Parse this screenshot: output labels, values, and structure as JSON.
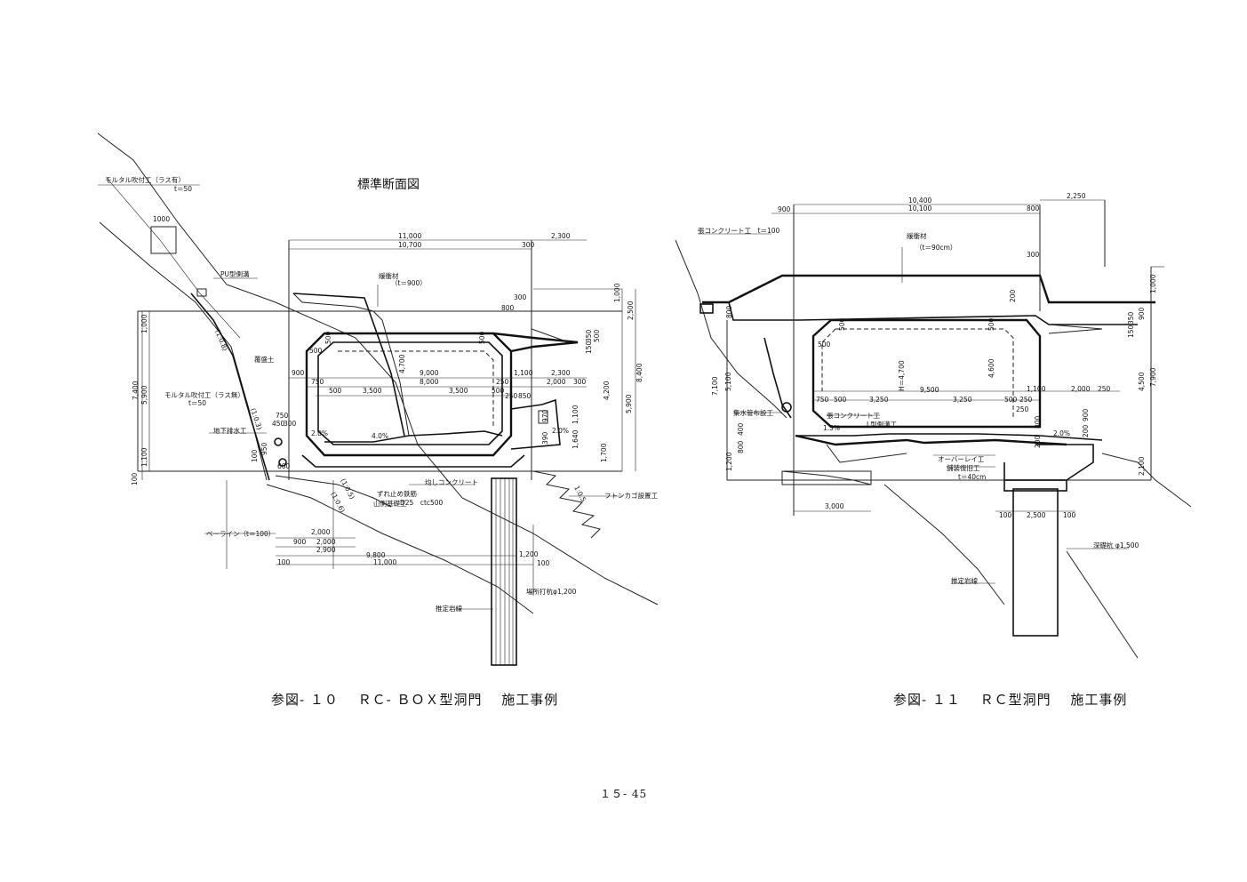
{
  "figures": [
    {
      "caption": "参図- １０　 ＲＣ- ＢＯＸ型洞門　 施工事例",
      "title": "標準断面図",
      "labels": {
        "mortar_top": "モルタル吹付工（ラス有）",
        "mortar_top_t": "t＝50",
        "w1000": "1000",
        "pu": "PU型側溝",
        "cushion": "緩衝材",
        "cushion_t": "（t＝900）",
        "fill": "覆盛土",
        "mortar_mid": "モルタル吹付工（ラス無）",
        "mortar_mid_t": "t＝50",
        "drain": "地下排水工",
        "zure": "ずれ止め鉄筋",
        "zure2": "D25　ctc500",
        "sanpoku": "山側基礎工",
        "nuki": "均しコンクリート",
        "futon": "フトンカゴ設置工",
        "deline": "ベーライン（t＝100）",
        "pile": "場所打杭φ1,200",
        "rock": "推定岩線",
        "slope1": "(1:0.8)",
        "slope2": "(1:0.3)",
        "slope3": "(1:0.5)",
        "slope4": "(1:0.6)",
        "slope5": "1:0.5",
        "grad1": "2.0%",
        "grad2": "4.0%",
        "grad3": "2.0%"
      },
      "dims": {
        "d11000": "11,000",
        "d10700": "10,700",
        "d300a": "300",
        "d2300": "2,300",
        "d300b": "300",
        "d800": "800",
        "d1000v": "1,000",
        "d2500v": "2,500",
        "d1000l": "1,000",
        "d5900l": "5,900",
        "d7400l": "7,400",
        "d1100l": "1,100",
        "d100l": "100",
        "d500a": "500",
        "d500b": "500",
        "d500c": "500",
        "d4700": "4,700",
        "d9000": "9,000",
        "d8000": "8,000",
        "d900": "900",
        "d750": "750",
        "d500d": "500",
        "d3500a": "3,500",
        "d3500b": "3,500",
        "d500e": "500",
        "d1100": "1,100",
        "d2300b": "2,300",
        "d250": "250",
        "d2000": "2,000",
        "d300c": "300",
        "d250b": "250",
        "d850": "850",
        "d350": "350",
        "d500f": "500",
        "d150": "150",
        "d4200": "4,200",
        "d5900r": "5,900",
        "d8400": "8,400",
        "d970": "970",
        "d1100r": "1,100",
        "d390": "390",
        "d1640": "1,640",
        "d1700": "1,700",
        "d750b": "750",
        "d450": "450",
        "d300d": "300",
        "d950": "950",
        "d100": "100",
        "d600": "600",
        "d2000b": "2,000",
        "d900b": "900",
        "d2000c": "2,000",
        "d2900": "2,900",
        "d9800": "9,800",
        "d11000b": "11,000",
        "d100b": "100",
        "d1200": "1,200",
        "d100c": "100"
      }
    },
    {
      "caption": "参図- １１　 ＲＣ型洞門　 施工事例",
      "labels": {
        "conc": "張コンクリート工　t＝100",
        "cushion": "緩衝材",
        "cushion_t": "（t＝90cm）",
        "mat": "集水管布設工",
        "conc2": "張コンクリート工",
        "lside": "L型側溝工",
        "slope": "1.5%",
        "overlay": "オーバーレイ工",
        "pave": "舗装復旧工",
        "pave_t": "t＝40cm",
        "grad": "2.0%",
        "pile": "深礎杭 φ1,500",
        "rock": "推定岩線",
        "h": "H＝4,700"
      },
      "dims": {
        "d10400": "10,400",
        "d10100": "10,100",
        "d800": "800",
        "d2250": "2,250",
        "d900": "900",
        "d300": "300",
        "d200": "200",
        "d1000v": "1,000",
        "d800l": "800",
        "d7100": "7,100",
        "d5100": "5,100",
        "d500a": "500",
        "d500b": "500",
        "d500c": "500",
        "d4600": "4,600",
        "d9500": "9,500",
        "d750": "750",
        "d500d": "500",
        "d3250a": "3,250",
        "d3250b": "3,250",
        "d500e": "500",
        "d250": "250",
        "d1100": "1,100",
        "d2000": "2,000",
        "d250b": "250",
        "d150": "150",
        "d350": "350",
        "d900v": "900",
        "d4500": "4,500",
        "d7900": "7,900",
        "d250c": "250",
        "d800b": "800",
        "d200b": "200",
        "d900b": "900",
        "d200c": "200",
        "d1200": "1,200",
        "d800c": "800",
        "d400": "400",
        "d3000": "3,000",
        "d100a": "100",
        "d2500": "2,500",
        "d100b": "100",
        "d2100": "2,100"
      }
    }
  ],
  "page_number": "１５- 45"
}
